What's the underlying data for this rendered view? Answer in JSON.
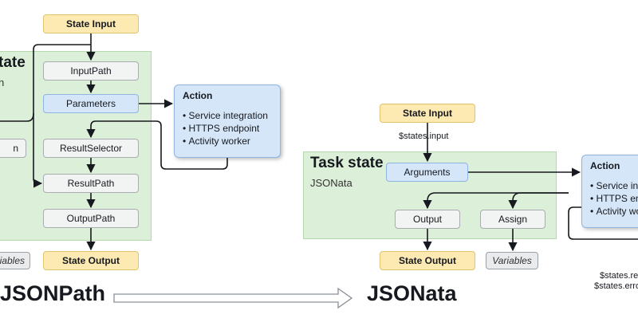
{
  "left": {
    "state_input": "State Input",
    "panel_title_fragment": "tate",
    "panel_subtitle_fragment": "h",
    "input_path": "InputPath",
    "parameters": "Parameters",
    "fragment_node": "n",
    "result_selector": "ResultSelector",
    "result_path": "ResultPath",
    "output_path": "OutputPath",
    "variables_fragment": "iables",
    "state_output": "State Output",
    "action": {
      "title": "Action",
      "items": [
        "Service integration",
        "HTTPS endpoint",
        "Activity worker"
      ]
    },
    "big_label": "JSONPath"
  },
  "right": {
    "state_input": "State Input",
    "states_input_label": "$states.input",
    "panel_title": "Task state",
    "panel_subtitle": "JSONata",
    "arguments": "Arguments",
    "output": "Output",
    "assign": "Assign",
    "state_output": "State Output",
    "variables": "Variables",
    "action": {
      "title": "Action",
      "items": [
        "Service int",
        "HTTPS end",
        "Activity wo"
      ]
    },
    "result_label_1": "$states.re",
    "result_label_2": "$states.erro",
    "big_label": "JSONata"
  },
  "colors": {
    "panel": "#dcefd8",
    "io": "#fde9b2",
    "blue_node": "#d5e6f8",
    "gray_node": "#f2f3f3",
    "arrow": "#16191f"
  },
  "icons": [
    "transition-arrow-icon"
  ]
}
